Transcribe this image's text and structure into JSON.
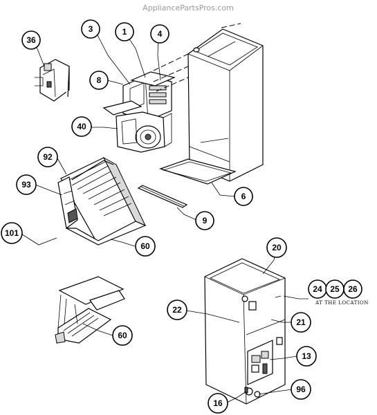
{
  "watermark": "AppliancePartsPros.com",
  "callouts": [
    {
      "id": "36",
      "label": "36"
    },
    {
      "id": "3",
      "label": "3"
    },
    {
      "id": "1",
      "label": "1"
    },
    {
      "id": "4",
      "label": "4"
    },
    {
      "id": "8",
      "label": "8"
    },
    {
      "id": "40",
      "label": "40"
    },
    {
      "id": "6",
      "label": "6"
    },
    {
      "id": "92",
      "label": "92"
    },
    {
      "id": "93",
      "label": "93"
    },
    {
      "id": "9",
      "label": "9"
    },
    {
      "id": "101",
      "label": "101"
    },
    {
      "id": "60a",
      "label": "60"
    },
    {
      "id": "20",
      "label": "20"
    },
    {
      "id": "24",
      "label": "24"
    },
    {
      "id": "25",
      "label": "25"
    },
    {
      "id": "26",
      "label": "26"
    },
    {
      "id": "22",
      "label": "22"
    },
    {
      "id": "21",
      "label": "21"
    },
    {
      "id": "60b",
      "label": "60"
    },
    {
      "id": "13",
      "label": "13"
    },
    {
      "id": "96",
      "label": "96"
    },
    {
      "id": "16",
      "label": "16"
    }
  ],
  "note": "AT THE LOCATION"
}
